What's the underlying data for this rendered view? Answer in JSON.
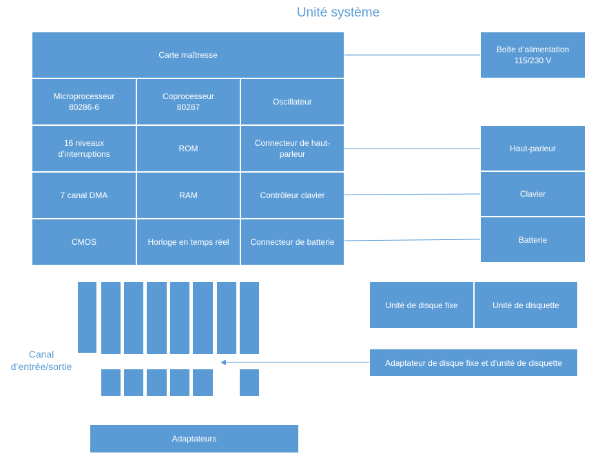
{
  "title": "Unité système",
  "motherboard": {
    "header": "Carte maîtresse",
    "cells": [
      [
        "Microprocesseur\n80286-6",
        "Coprocesseur\n80287",
        "Oscillateur"
      ],
      [
        "16 niveaux\nd’interruptions",
        "ROM",
        "Connecteur de haut-\nparleur"
      ],
      [
        "7 canal DMA",
        "RAM",
        "Contrôleur clavier"
      ],
      [
        "CMOS",
        "Horloge en temps réel",
        "Connecteur de batterie"
      ]
    ]
  },
  "power_supply": "Boîte d’alimentation\n115/230 V",
  "peripherals": {
    "speaker": "Haut-parleur",
    "keyboard": "Clavier",
    "battery": "Batterie"
  },
  "drives": {
    "fixed_disk": "Unité de disque fixe",
    "floppy": "Unité de disquette",
    "adapter": "Adaptateur de disque fixe et d’unité de disquette"
  },
  "io_channel_label": "Canal\nd’entrée/sortie",
  "adapters_label": "Adaptateurs",
  "colors": {
    "box_fill": "#5b9bd5",
    "line": "#5b9bd5",
    "title": "#5b9bd5"
  }
}
